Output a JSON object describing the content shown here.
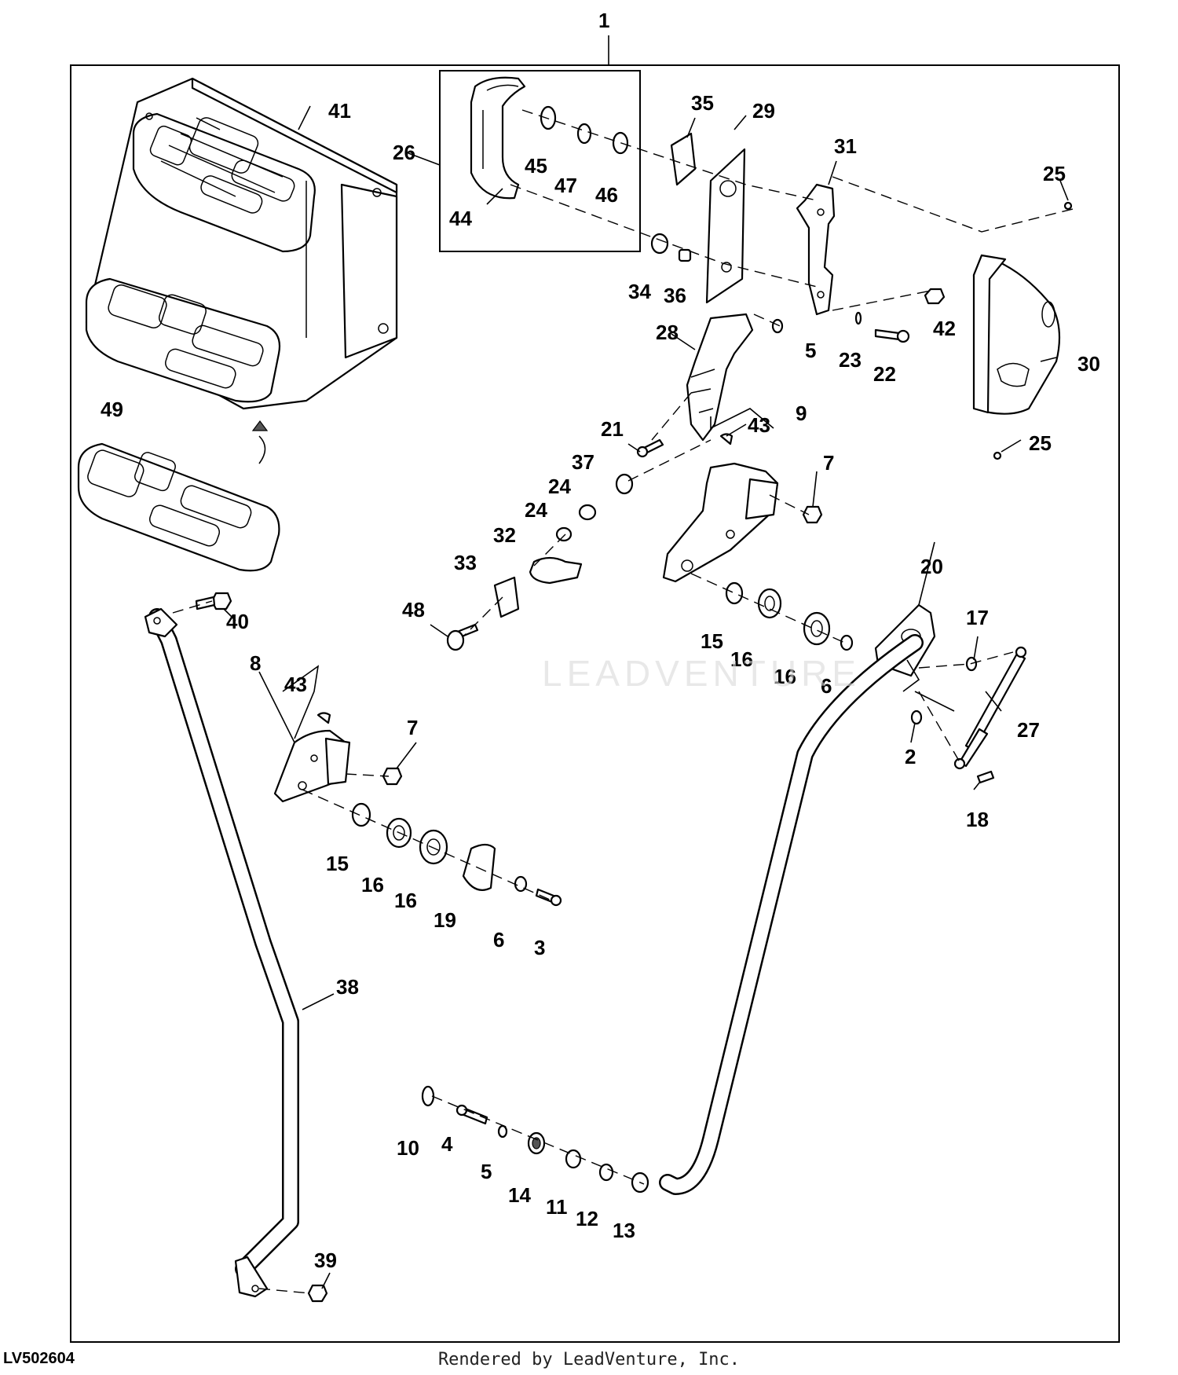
{
  "diagram": {
    "drawing_id": "LV502604",
    "credit": "Rendered by LeadVenture, Inc.",
    "watermark": "LEADVENTURE",
    "callouts": [
      {
        "id": "1",
        "label": "1"
      },
      {
        "id": "2",
        "label": "2"
      },
      {
        "id": "3",
        "label": "3"
      },
      {
        "id": "4",
        "label": "4"
      },
      {
        "id": "5a",
        "label": "5"
      },
      {
        "id": "5b",
        "label": "5"
      },
      {
        "id": "6a",
        "label": "6"
      },
      {
        "id": "6b",
        "label": "6"
      },
      {
        "id": "7a",
        "label": "7"
      },
      {
        "id": "7b",
        "label": "7"
      },
      {
        "id": "8",
        "label": "8"
      },
      {
        "id": "9",
        "label": "9"
      },
      {
        "id": "10",
        "label": "10"
      },
      {
        "id": "11",
        "label": "11"
      },
      {
        "id": "12",
        "label": "12"
      },
      {
        "id": "13",
        "label": "13"
      },
      {
        "id": "14",
        "label": "14"
      },
      {
        "id": "15a",
        "label": "15"
      },
      {
        "id": "15b",
        "label": "15"
      },
      {
        "id": "16a",
        "label": "16"
      },
      {
        "id": "16b",
        "label": "16"
      },
      {
        "id": "16c",
        "label": "16"
      },
      {
        "id": "16d",
        "label": "16"
      },
      {
        "id": "17",
        "label": "17"
      },
      {
        "id": "18",
        "label": "18"
      },
      {
        "id": "19",
        "label": "19"
      },
      {
        "id": "20",
        "label": "20"
      },
      {
        "id": "21",
        "label": "21"
      },
      {
        "id": "22",
        "label": "22"
      },
      {
        "id": "23",
        "label": "23"
      },
      {
        "id": "24a",
        "label": "24"
      },
      {
        "id": "24b",
        "label": "24"
      },
      {
        "id": "25a",
        "label": "25"
      },
      {
        "id": "25b",
        "label": "25"
      },
      {
        "id": "26",
        "label": "26"
      },
      {
        "id": "27",
        "label": "27"
      },
      {
        "id": "28",
        "label": "28"
      },
      {
        "id": "29",
        "label": "29"
      },
      {
        "id": "30",
        "label": "30"
      },
      {
        "id": "31",
        "label": "31"
      },
      {
        "id": "32",
        "label": "32"
      },
      {
        "id": "33",
        "label": "33"
      },
      {
        "id": "34",
        "label": "34"
      },
      {
        "id": "35",
        "label": "35"
      },
      {
        "id": "36",
        "label": "36"
      },
      {
        "id": "37",
        "label": "37"
      },
      {
        "id": "38",
        "label": "38"
      },
      {
        "id": "39",
        "label": "39"
      },
      {
        "id": "40",
        "label": "40"
      },
      {
        "id": "41",
        "label": "41"
      },
      {
        "id": "42",
        "label": "42"
      },
      {
        "id": "43a",
        "label": "43"
      },
      {
        "id": "43b",
        "label": "43"
      },
      {
        "id": "44",
        "label": "44"
      },
      {
        "id": "45",
        "label": "45"
      },
      {
        "id": "46",
        "label": "46"
      },
      {
        "id": "47",
        "label": "47"
      },
      {
        "id": "48",
        "label": "48"
      },
      {
        "id": "49",
        "label": "49"
      }
    ]
  }
}
